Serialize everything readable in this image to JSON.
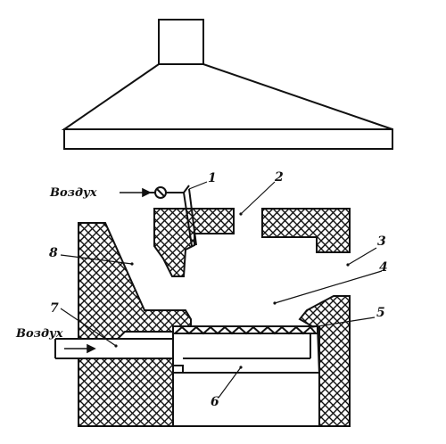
{
  "labels": {
    "air_top": "Воздух",
    "air_left": "Воздух",
    "n1": "1",
    "n2": "2",
    "n3": "3",
    "n4": "4",
    "n5": "5",
    "n6": "6",
    "n7": "7",
    "n8": "8"
  },
  "colors": {
    "stroke": "#111111",
    "hatch": "#111111",
    "background": "#ffffff"
  }
}
